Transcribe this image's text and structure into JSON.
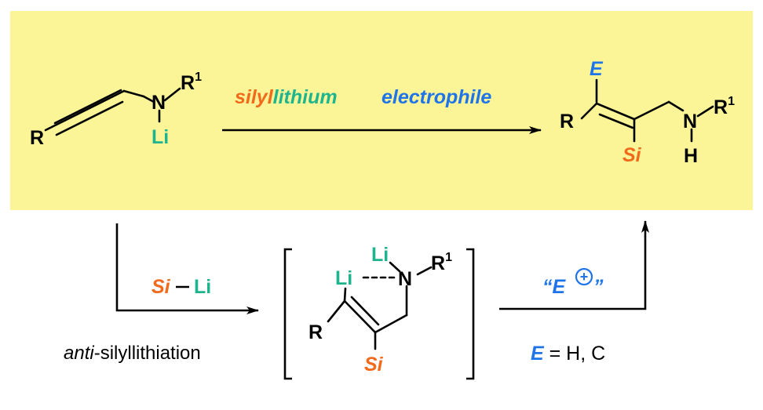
{
  "colors": {
    "highlight": "#fbf598",
    "silicon": "#f26a1b",
    "lithium": "#1eb58e",
    "electrophile": "#1e74e8",
    "bond": "#000000"
  },
  "reagents": {
    "silyl": "silyl",
    "lithium": "lithium",
    "electrophile": "electrophile"
  },
  "atoms": {
    "R": "R",
    "N": "N",
    "R1_main": "R",
    "R1_sup": "1",
    "Li": "Li",
    "E": "E",
    "Si": "Si",
    "H": "H"
  },
  "lower": {
    "si_reagent": "Si",
    "li_reagent": "Li",
    "anti_italic": "anti",
    "anti_rest": "-silyllithiation",
    "e_plus_open": "“E",
    "e_plus_close": "”",
    "plus_symbol": "+",
    "e_def_symbol": "E",
    "e_def_rest": " = H, C"
  }
}
